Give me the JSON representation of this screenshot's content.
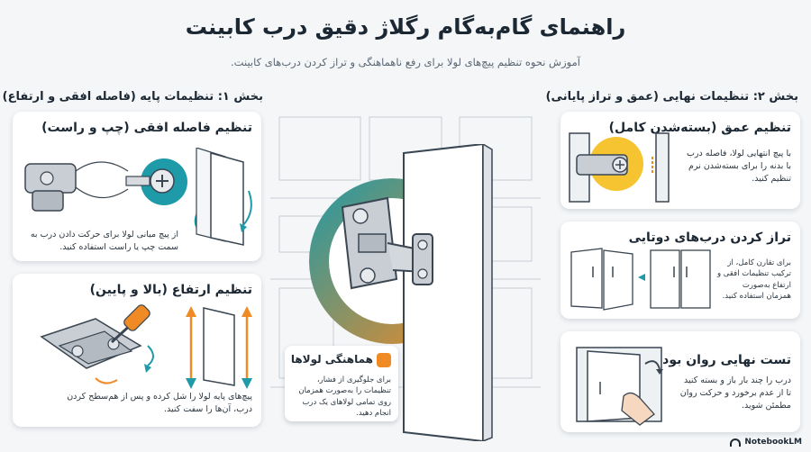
{
  "header": {
    "title": "راهنمای گام‌به‌گام رگلاژ دقیق درب کابینت",
    "subtitle": "آموزش نحوه تنظیم پیچ‌های لولا برای رفع ناهماهنگی و تراز کردن درب‌های کابینت."
  },
  "part1": {
    "title": "بخش ۱: تنظیمات پایه (فاصله افقی و ارتفاع)",
    "horizontal": {
      "title": "تنظیم فاصله افقی (چپ و راست)",
      "text": "از پیچ میانی لولا برای حرکت دادن درب به سمت چپ یا راست استفاده کنید."
    },
    "height": {
      "title": "تنظیم ارتفاع (بالا و پایین)",
      "text": "پیچ‌های پایه لولا را شل کرده و پس از هم‌سطح کردن درب، آن‌ها را سفت کنید."
    }
  },
  "part2": {
    "title": "بخش ۲: تنظیمات نهایی (عمق و تراز پایانی)",
    "depth": {
      "title": "تنظیم عمق (بسته‌شدن کامل)",
      "text": "با پیچ انتهایی لولا، فاصله درب با بدنه را برای بسته‌شدن نرم تنظیم کنید."
    },
    "double": {
      "title": "تراز کردن درب‌های دوتایی",
      "text": "برای تقارن کامل، از ترکیب تنظیمات افقی و ارتفاع به‌صورت همزمان استفاده کنید."
    },
    "test": {
      "title": "تست نهایی روان بودن",
      "text": "درب را چند بار باز و بسته کنید تا از عدم برخورد و حرکت روان مطمئن شوید."
    }
  },
  "callout": {
    "title": "هماهنگی لولاها",
    "text": "برای جلوگیری از فشار، تنظیمات را به‌صورت همزمان روی تمامی لولاهای یک درب انجام دهید."
  },
  "brand": {
    "name": "NotebookLM"
  },
  "colors": {
    "accent_orange": "#f08a24",
    "accent_teal": "#1f9aa8",
    "hinge_gray": "#c9ced4",
    "outline": "#3a4652",
    "highlight_yellow": "#f6c431"
  }
}
